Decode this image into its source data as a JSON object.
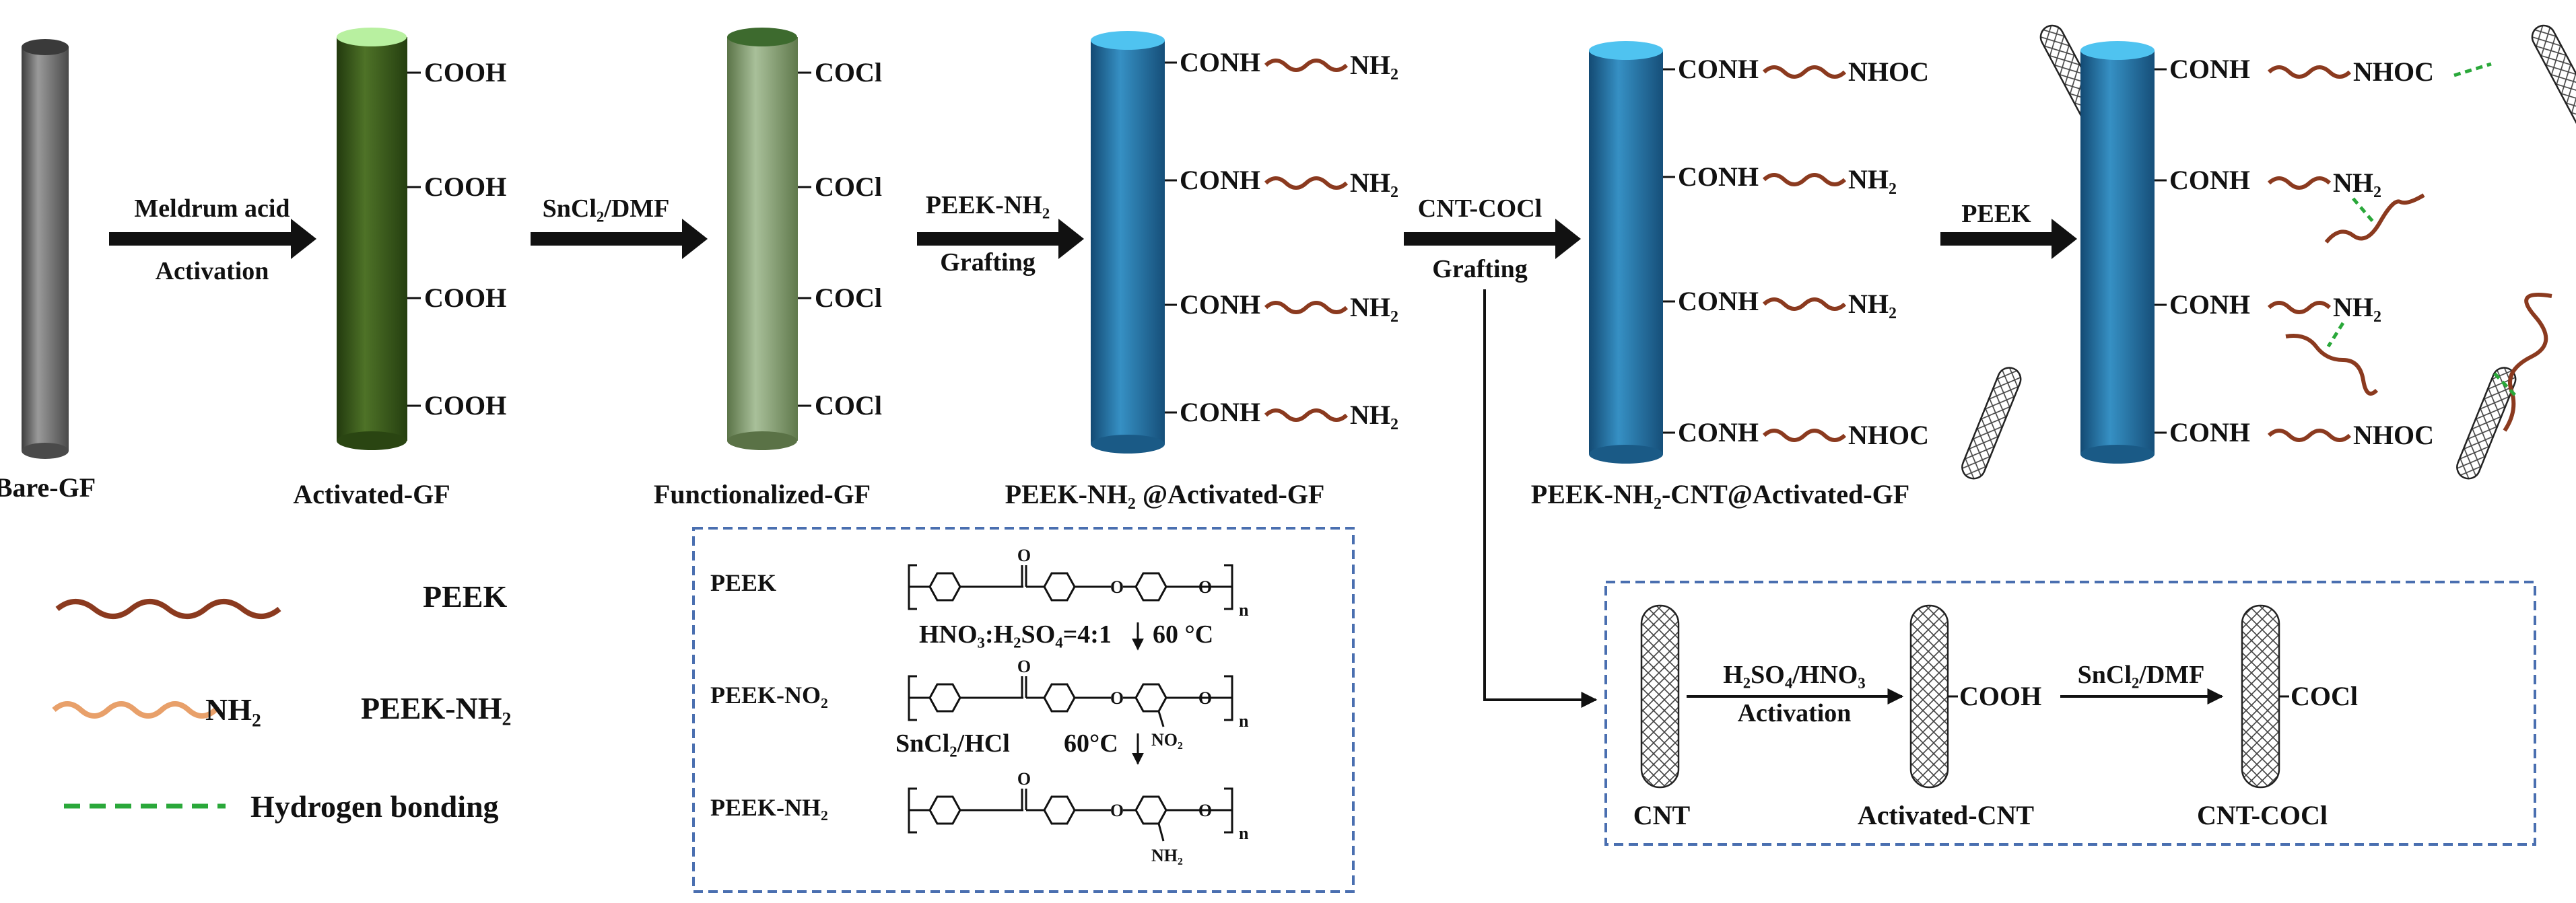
{
  "fibers": [
    {
      "label": "Bare-GF",
      "groups": []
    },
    {
      "label": "Activated-GF",
      "groups": [
        "COOH",
        "COOH",
        "COOH",
        "COOH"
      ]
    },
    {
      "label": "Functionalized-GF",
      "groups": [
        "COCl",
        "COCl",
        "COCl",
        "COCl"
      ]
    },
    {
      "label": "PEEK-NH₂ @Activated-GF",
      "groups": [
        "CONH",
        "CONH",
        "CONH",
        "CONH"
      ],
      "ends": [
        "NH₂",
        "NH₂",
        "NH₂",
        "NH₂"
      ]
    },
    {
      "label": "PEEK-NH₂-CNT@Activated-GF",
      "groups": [
        "CONH",
        "CONH",
        "CONH",
        "CONH"
      ],
      "ends": [
        "NHOC",
        "NH₂",
        "NH₂",
        "NHOC"
      ]
    },
    {
      "label": "",
      "groups": [
        "CONH",
        "CONH",
        "CONH",
        "CONH"
      ],
      "ends": [
        "NHOC",
        "NH₂",
        "NH₂",
        "NHOC"
      ]
    }
  ],
  "steps": [
    {
      "top": "Meldrum  acid",
      "bottom": "Activation"
    },
    {
      "top": "SnCl₂/DMF",
      "bottom": ""
    },
    {
      "top": "PEEK-NH₂",
      "bottom": "Grafting"
    },
    {
      "top": "CNT-COCl",
      "bottom": "Grafting"
    },
    {
      "top": "PEEK",
      "bottom": ""
    }
  ],
  "legend": {
    "peek": "PEEK",
    "peek_nh2": "PEEK-NH₂",
    "peek_nh2_end": "NH₂",
    "hbond": "Hydrogen bonding"
  },
  "synthesis": {
    "rows": [
      {
        "name": "PEEK",
        "substituent": ""
      },
      {
        "name": "PEEK-NO₂",
        "substituent": "NO₂"
      },
      {
        "name": "PEEK-NH₂",
        "substituent": "NH₂"
      }
    ],
    "repeat": "n",
    "carbonyl": "O",
    "ether": "O",
    "step1_reagent": "HNO₃:H₂SO₄=4:1",
    "step1_temp": "60 °C",
    "step2_reagent": "SnCl₂/HCl",
    "step2_temp": "60°C"
  },
  "cnt": {
    "labels": [
      "CNT",
      "Activated-CNT",
      "CNT-COCl"
    ],
    "group1": "COOH",
    "group2": "COCl",
    "step1_top": "H₂SO₄/HNO₃",
    "step1_bottom": "Activation",
    "step2_top": "SnCl₂/DMF"
  },
  "colors": {
    "peek": "#8b3a1f",
    "peek_nh2": "#e8a06a",
    "hbond": "#2aa83a",
    "box_border": "#4a6fb0",
    "bare_fiber": "#6e6e6e",
    "activated_fiber": "#3f5c1f",
    "functionalized_fiber": "#7f9a6b",
    "blue_fiber": "#2b78aa",
    "blue_cap": "#4fc3f0"
  }
}
